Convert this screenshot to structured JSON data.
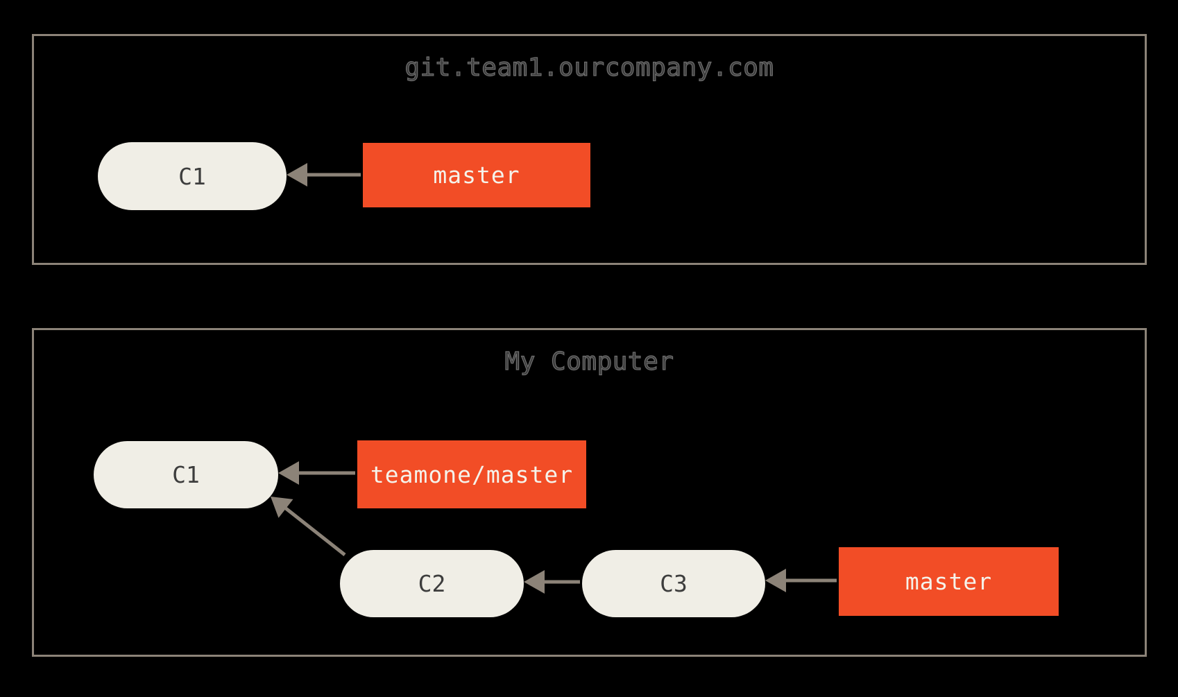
{
  "diagram": {
    "type": "git-remote-branches-diagram",
    "server": {
      "title": "git.team1.ourcompany.com",
      "commits": [
        {
          "id": "C1"
        }
      ],
      "branches": [
        {
          "name": "master",
          "points_to": "C1"
        }
      ]
    },
    "local": {
      "title": "My Computer",
      "commits": [
        {
          "id": "C1"
        },
        {
          "id": "C2",
          "parent": "C1"
        },
        {
          "id": "C3",
          "parent": "C2"
        }
      ],
      "branches": [
        {
          "name": "teamone/master",
          "points_to": "C1"
        },
        {
          "name": "master",
          "points_to": "C3"
        }
      ]
    },
    "colors": {
      "canvas_bg": "#000000",
      "line": "#8c8378",
      "commit_bg": "#f0eee6",
      "commit_text": "#3d3d3d",
      "branch_bg": "#f24d26",
      "branch_text": "#f5f3eb",
      "title_text": "#6f6f6f"
    }
  }
}
